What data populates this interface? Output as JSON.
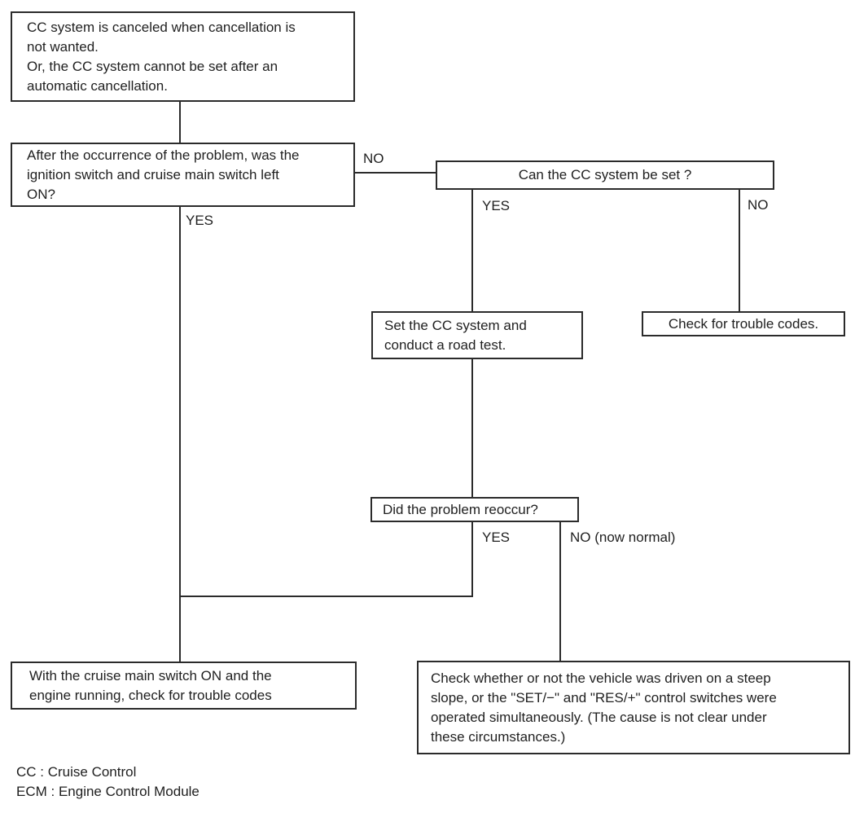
{
  "flowchart": {
    "title": "CC system cancellation troubleshooting flowchart",
    "nodes": {
      "symptom": {
        "text": "CC system is canceled when cancellation is\nnot wanted.\nOr, the CC system cannot be set after an\nautomatic cancellation."
      },
      "q_switches_left_on": {
        "text": "After the occurrence of the problem, was the\nignition switch and cruise main switch left\nON?"
      },
      "q_can_set": {
        "text": "Can the CC system be set ?"
      },
      "set_road_test": {
        "text": "Set the CC system and\nconduct a road test."
      },
      "check_codes": {
        "text": "Check for trouble codes."
      },
      "q_reoccur": {
        "text": "Did the problem reoccur?"
      },
      "check_codes_main_on": {
        "text": "With the cruise main switch ON and the\nengine running, check for trouble codes"
      },
      "check_steep_slope": {
        "text": "Check whether or not the vehicle was driven on a steep\nslope, or the \"SET/−\" and \"RES/+\" control switches were\noperated simultaneously. (The cause is not clear under\nthese circumstances.)"
      }
    },
    "edge_labels": {
      "switches_no": "NO",
      "switches_yes": "YES",
      "can_set_yes": "YES",
      "can_set_no": "NO",
      "reoccur_yes": "YES",
      "reoccur_no": "NO (now normal)"
    },
    "legend": {
      "cc": "CC : Cruise Control",
      "ecm": "ECM : Engine Control Module"
    },
    "colors": {
      "background": "#ffffff",
      "line": "#2b2b2b",
      "text": "#1f1f1f"
    }
  }
}
